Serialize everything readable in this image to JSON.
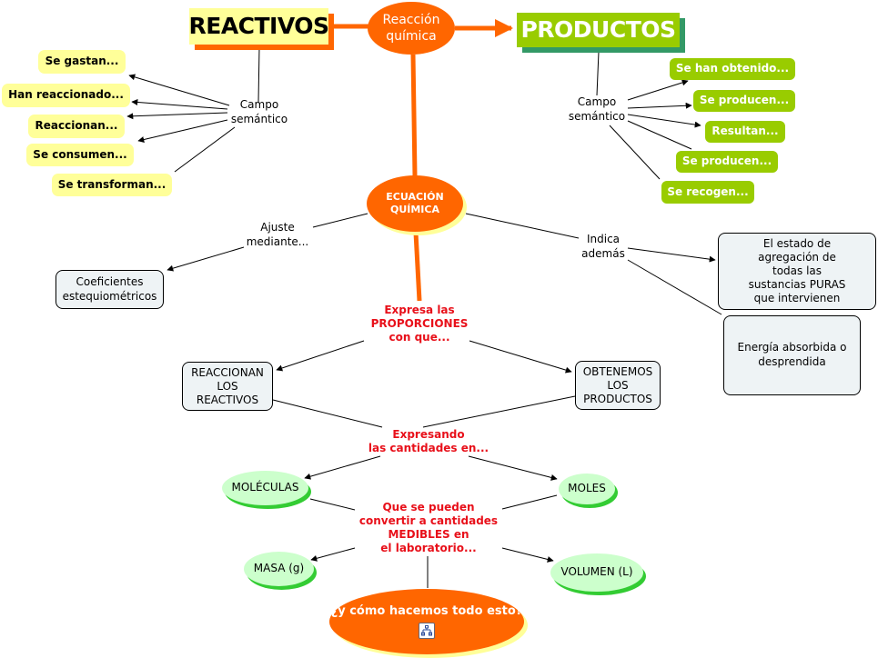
{
  "colors": {
    "orange": "#ff6600",
    "yellow": "#ffff99",
    "green": "#99cc00",
    "dark_green": "#339966",
    "red_text": "#e8101a",
    "light_green": "#ccffcc",
    "box_bg": "#eef3f5"
  },
  "top": {
    "reactivos": "REACTIVOS",
    "reaccion_line1": "Reacción",
    "reaccion_line2": "química",
    "productos": "PRODUCTOS"
  },
  "reactivos_branch": {
    "link_label_line1": "Campo",
    "link_label_line2": "semántico",
    "items": [
      "Se gastan...",
      "Han reaccionado...",
      "Reaccionan...",
      "Se consumen...",
      "Se transforman..."
    ]
  },
  "productos_branch": {
    "link_label_line1": "Campo",
    "link_label_line2": "semántico",
    "items": [
      "Se han obtenido...",
      "Se producen...",
      "Resultan...",
      "Se producen...",
      "Se recogen..."
    ]
  },
  "ecuacion": {
    "line1": "ECUACIÓN",
    "line2": "QUÍMICA"
  },
  "ajuste": {
    "label_line1": "Ajuste",
    "label_line2": "mediante...",
    "target_line1": "Coeficientes",
    "target_line2": "estequiométricos"
  },
  "indica": {
    "label_line1": "Indica",
    "label_line2": "además",
    "estado_lines": [
      "El estado de",
      "agregación de",
      "todas las",
      "sustancias PURAS",
      "que intervienen"
    ],
    "energia_lines": [
      "Energía absorbida o",
      "desprendida"
    ]
  },
  "proporciones": {
    "lines": [
      "Expresa las",
      "PROPORCIONES",
      "con que..."
    ],
    "reaccionan_lines": [
      "REACCIONAN",
      "LOS",
      "REACTIVOS"
    ],
    "obtenemos_lines": [
      "OBTENEMOS",
      "LOS",
      "PRODUCTOS"
    ]
  },
  "cantidades": {
    "lines": [
      "Expresando",
      "las cantidades en..."
    ],
    "moleculas": "MOLÉCULAS",
    "moles": "MOLES"
  },
  "medibles": {
    "lines": [
      "Que se pueden",
      "convertir a cantidades",
      "MEDIBLES en",
      "el laboratorio..."
    ],
    "masa": "MASA (g)",
    "volumen": "VOLUMEN (L)"
  },
  "final": {
    "question": "¿y cómo hacemos todo esto?",
    "icon": "concept-map-link-icon"
  }
}
